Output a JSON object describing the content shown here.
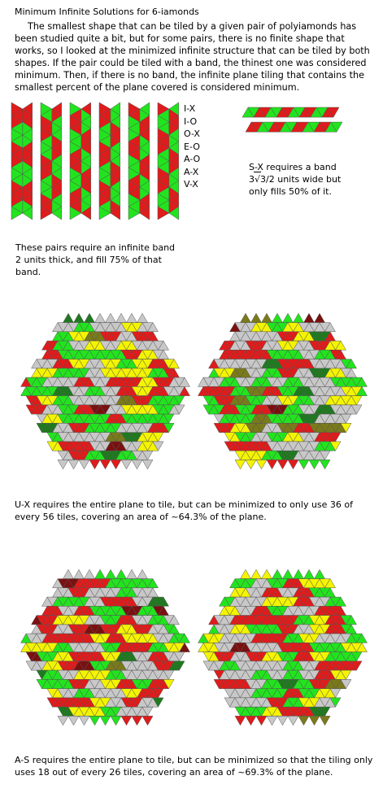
{
  "title": "Minimum Infinite Solutions for 6-iamonds",
  "intro": "The smallest shape that can be tiled by a given pair of polyiamonds has been studied quite a bit, but for some pairs, there is no finite shape that works, so I looked at the minimized infinite structure that can be tiled by both shapes. If the pair could be tiled with a band, the thinest one was considered minimum. Then, if there is no band, the infinite plane tiling that contains the smallest percent of the plane covered is considered minimum.",
  "pairs": [
    "I-X",
    "I-O",
    "O-X",
    "E-O",
    "A-O",
    "A-X",
    "V-X"
  ],
  "sx_caption": {
    "line1": "S-X requires a band",
    "line2_a": "3",
    "line2_b": "3",
    "line2_c": "/2 units wide but",
    "line3": "only fills 50% of it."
  },
  "band_caption": "These pairs require an infinite band 2 units thick, and fill 75% of that band.",
  "ux_caption": "U-X requires the entire plane to tile, but can be minimized to only use 36 of every 56 tiles, covering an area of ~64.3% of the plane.",
  "as_caption": "A-S requires the entire plane to tile, but can be minimized so that the tiling only uses 18 out of every 26 tiles, covering an area of ~69.3% of the plane.",
  "colors": {
    "red": "#e01b1b",
    "green": "#22e41e",
    "yellow": "#f4f400",
    "gray": "#c8c8c8",
    "dark_green": "#1f7a1f",
    "olive": "#7a7a1a",
    "dark_red": "#7a1010"
  }
}
